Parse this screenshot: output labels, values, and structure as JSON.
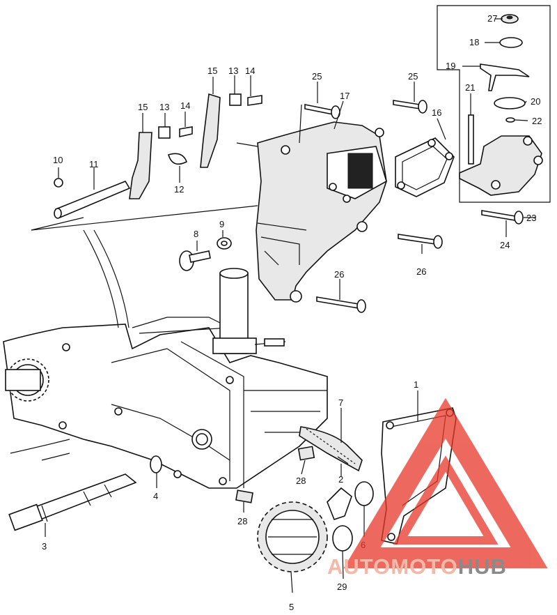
{
  "diagram": {
    "callouts": [
      "1",
      "2",
      "3",
      "4",
      "5",
      "6",
      "7",
      "8",
      "9",
      "10",
      "11",
      "12",
      "13",
      "13",
      "14",
      "14",
      "15",
      "15",
      "16",
      "17",
      "18",
      "19",
      "20",
      "21",
      "22",
      "23",
      "24",
      "25",
      "25",
      "26",
      "26",
      "27",
      "28",
      "28",
      "29"
    ]
  },
  "watermark": {
    "text_a": "AUTOMOTO",
    "text_b": "HUB",
    "color_triangle": "#e8382a",
    "color_text_a": "#f3b9a8",
    "color_text_b": "#8a8a8a"
  }
}
